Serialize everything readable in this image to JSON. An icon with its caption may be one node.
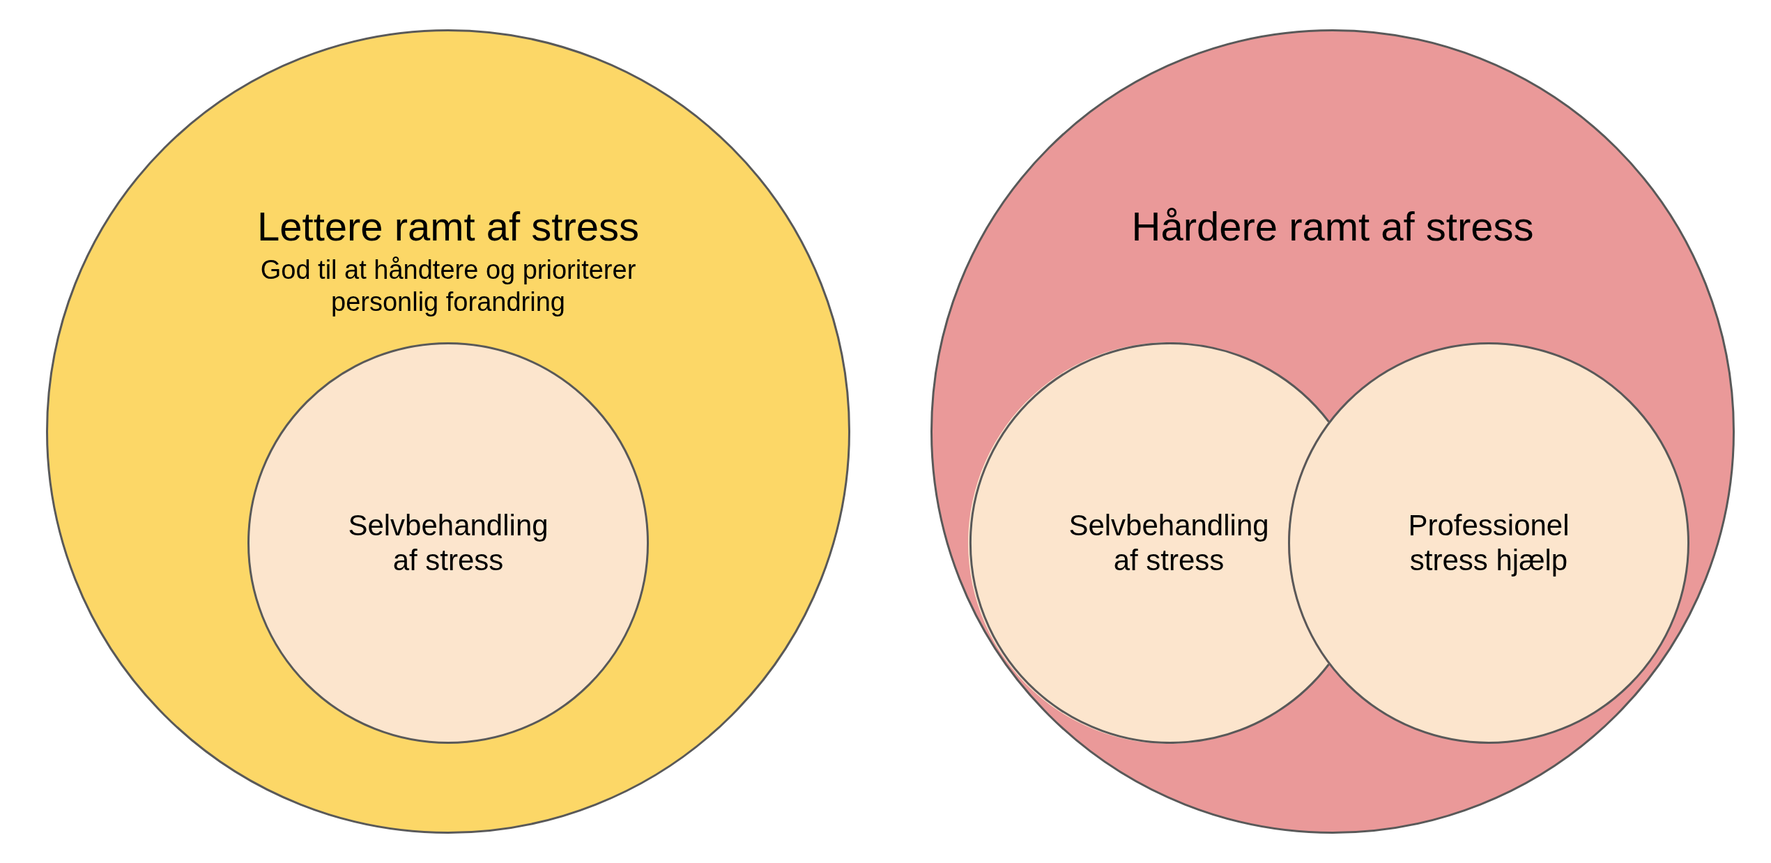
{
  "diagram": {
    "nodes": [
      {
        "text": [
          "Lettere ramt af stress",
          "God til at håndtere og prioriterer personlig forandring"
        ]
      },
      {
        "text": [
          "Selvbehandling af stress"
        ],
        "in": 0
      },
      {
        "text": [
          "Hårdere ramt af stress"
        ]
      },
      {
        "text": [
          "Selvbehandling af stress"
        ],
        "in": 2
      },
      {
        "text": [
          "Professionel stress hjælp"
        ],
        "in": 2
      }
    ]
  }
}
